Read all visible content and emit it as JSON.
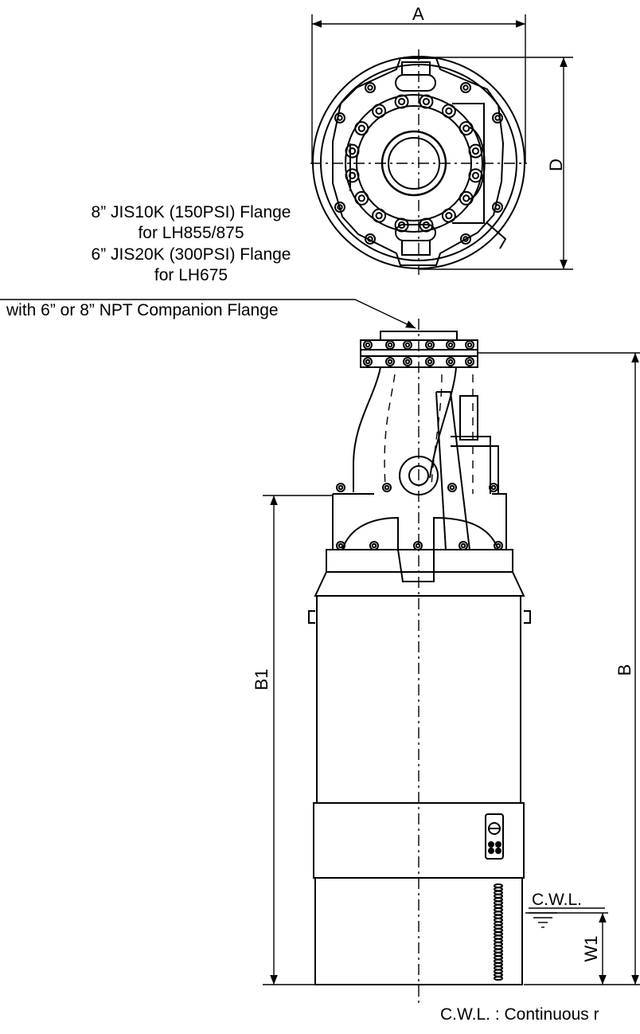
{
  "dimensions": {
    "a": "A",
    "d": "D",
    "b": "B",
    "b1": "B1",
    "w1": "W1"
  },
  "callout": {
    "line1": "8” JIS10K (150PSI) Flange",
    "line2": "for LH855/875",
    "line3": "6” JIS20K (300PSI) Flange",
    "line4": "for LH675",
    "line5": "with 6” or 8” NPT Companion Flange"
  },
  "water_level": {
    "tag": "C.W.L.",
    "legend": "C.W.L. : Continuous r"
  }
}
